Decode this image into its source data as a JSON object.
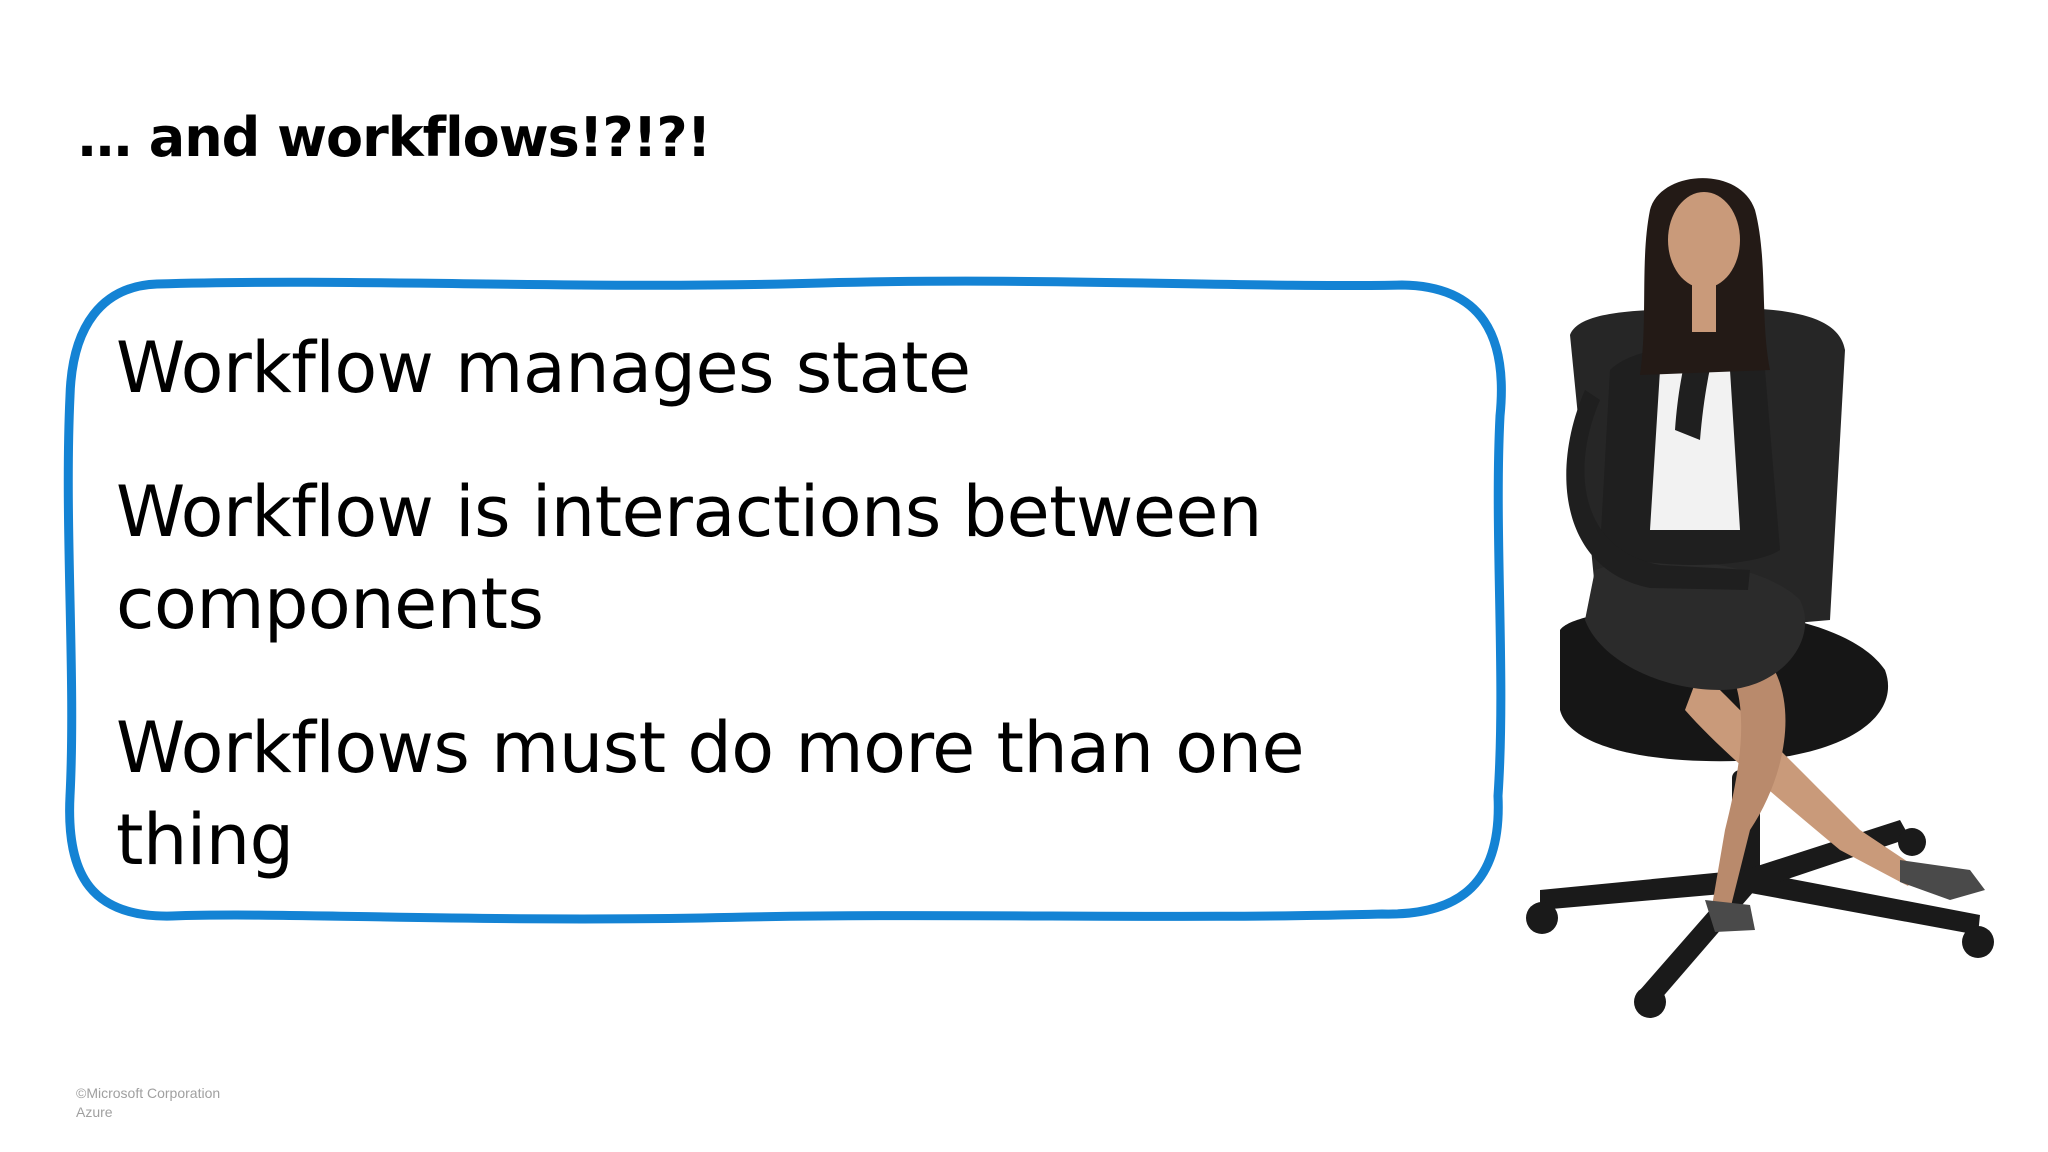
{
  "slide": {
    "title": "… and workflows!?!?!",
    "bullets": [
      "Workflow manages state",
      "Workflow is interactions between components",
      "Workflows must do more than one thing"
    ],
    "footer": {
      "copyright": "©Microsoft Corporation",
      "product": "Azure"
    }
  },
  "colors": {
    "frame": "#1483d4",
    "text": "#000000",
    "footer": "#a0a0a0",
    "chair": "#1a1a1a",
    "skin": "#c99a7a",
    "hair": "#231a16"
  },
  "icons": {
    "figure": "thinking-woman-in-office-chair-illustration"
  }
}
